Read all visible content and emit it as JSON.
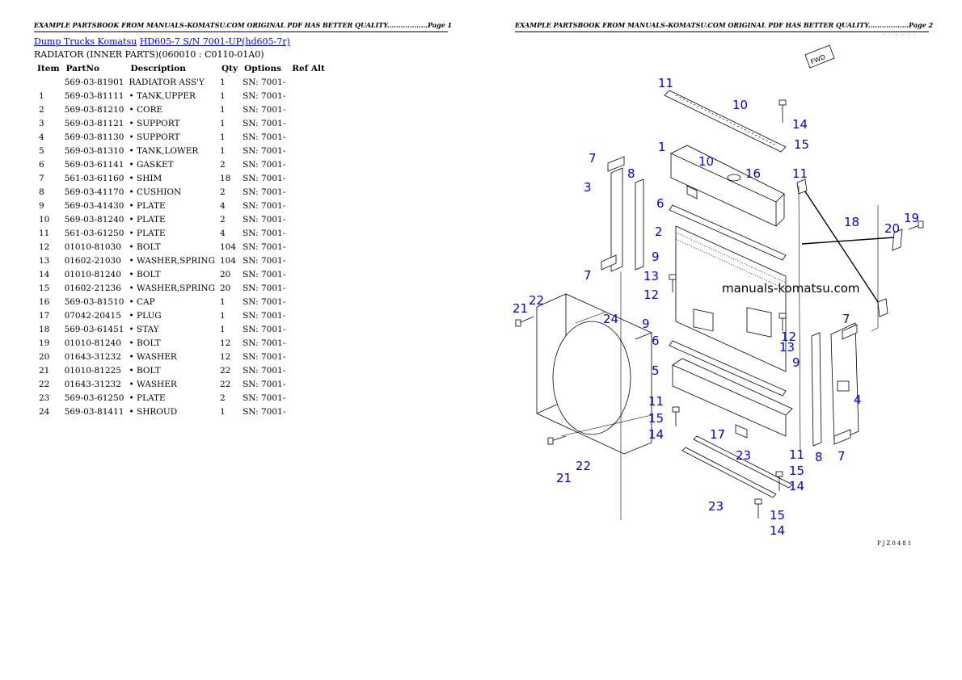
{
  "header": {
    "page1": "EXAMPLE PARTSBOOK FROM MANUALS-KOMATSU.COM ORIGINAL PDF HAS BETTER QUALITY..................Page 1",
    "page2": "EXAMPLE PARTSBOOK FROM MANUALS-KOMATSU.COM ORIGINAL PDF HAS BETTER QUALITY..................Page 2"
  },
  "breadcrumb": {
    "link1": "Dump Trucks Komatsu",
    "link2": "HD605-7 S/N 7001-UP(hd605-7r)"
  },
  "section_title": "RADIATOR (INNER PARTS)(060010 : C0110-01A0)",
  "table": {
    "headers": [
      "Item",
      "PartNo",
      "Description",
      "Qty",
      "Options",
      "Ref Alt"
    ],
    "rows": [
      {
        "item": "",
        "partno": "569-03-81901",
        "desc": "RADIATOR ASS'Y",
        "qty": "1",
        "options": "SN: 7001-",
        "refalt": ""
      },
      {
        "item": "1",
        "partno": "569-03-81111",
        "desc": "• TANK,UPPER",
        "qty": "1",
        "options": "SN: 7001-",
        "refalt": ""
      },
      {
        "item": "2",
        "partno": "569-03-81210",
        "desc": "• CORE",
        "qty": "1",
        "options": "SN: 7001-",
        "refalt": ""
      },
      {
        "item": "3",
        "partno": "569-03-81121",
        "desc": "• SUPPORT",
        "qty": "1",
        "options": "SN: 7001-",
        "refalt": ""
      },
      {
        "item": "4",
        "partno": "569-03-81130",
        "desc": "• SUPPORT",
        "qty": "1",
        "options": "SN: 7001-",
        "refalt": ""
      },
      {
        "item": "5",
        "partno": "569-03-81310",
        "desc": "• TANK,LOWER",
        "qty": "1",
        "options": "SN: 7001-",
        "refalt": ""
      },
      {
        "item": "6",
        "partno": "569-03-61141",
        "desc": "• GASKET",
        "qty": "2",
        "options": "SN: 7001-",
        "refalt": ""
      },
      {
        "item": "7",
        "partno": "561-03-61160",
        "desc": "• SHIM",
        "qty": "18",
        "options": "SN: 7001-",
        "refalt": ""
      },
      {
        "item": "8",
        "partno": "569-03-41170",
        "desc": "• CUSHION",
        "qty": "2",
        "options": "SN: 7001-",
        "refalt": ""
      },
      {
        "item": "9",
        "partno": "569-03-41430",
        "desc": "• PLATE",
        "qty": "4",
        "options": "SN: 7001-",
        "refalt": ""
      },
      {
        "item": "10",
        "partno": "569-03-81240",
        "desc": "• PLATE",
        "qty": "2",
        "options": "SN: 7001-",
        "refalt": ""
      },
      {
        "item": "11",
        "partno": "561-03-61250",
        "desc": "• PLATE",
        "qty": "4",
        "options": "SN: 7001-",
        "refalt": ""
      },
      {
        "item": "12",
        "partno": "01010-81030",
        "desc": "• BOLT",
        "qty": "104",
        "options": "SN: 7001-",
        "refalt": ""
      },
      {
        "item": "13",
        "partno": "01602-21030",
        "desc": "• WASHER,SPRING",
        "qty": "104",
        "options": "SN: 7001-",
        "refalt": ""
      },
      {
        "item": "14",
        "partno": "01010-81240",
        "desc": "• BOLT",
        "qty": "20",
        "options": "SN: 7001-",
        "refalt": ""
      },
      {
        "item": "15",
        "partno": "01602-21236",
        "desc": "• WASHER,SPRING",
        "qty": "20",
        "options": "SN: 7001-",
        "refalt": ""
      },
      {
        "item": "16",
        "partno": "569-03-81510",
        "desc": "• CAP",
        "qty": "1",
        "options": "SN: 7001-",
        "refalt": ""
      },
      {
        "item": "17",
        "partno": "07042-20415",
        "desc": "• PLUG",
        "qty": "1",
        "options": "SN: 7001-",
        "refalt": ""
      },
      {
        "item": "18",
        "partno": "569-03-61451",
        "desc": "• STAY",
        "qty": "1",
        "options": "SN: 7001-",
        "refalt": ""
      },
      {
        "item": "19",
        "partno": "01010-81240",
        "desc": "• BOLT",
        "qty": "12",
        "options": "SN: 7001-",
        "refalt": ""
      },
      {
        "item": "20",
        "partno": "01643-31232",
        "desc": "• WASHER",
        "qty": "12",
        "options": "SN: 7001-",
        "refalt": ""
      },
      {
        "item": "21",
        "partno": "01010-81225",
        "desc": "• BOLT",
        "qty": "22",
        "options": "SN: 7001-",
        "refalt": ""
      },
      {
        "item": "22",
        "partno": "01643-31232",
        "desc": "• WASHER",
        "qty": "22",
        "options": "SN: 7001-",
        "refalt": ""
      },
      {
        "item": "23",
        "partno": "569-03-61250",
        "desc": "• PLATE",
        "qty": "2",
        "options": "SN: 7001-",
        "refalt": ""
      },
      {
        "item": "24",
        "partno": "569-03-81411",
        "desc": "• SHROUD",
        "qty": "1",
        "options": "SN: 7001-",
        "refalt": ""
      }
    ]
  },
  "diagram": {
    "watermark": "manuals-komatsu.com",
    "fwd_label": "FWD",
    "drawing_code": "PJZ0481",
    "callout_color": "#0000ee",
    "callouts": [
      "11",
      "10",
      "14",
      "15",
      "1",
      "10",
      "16",
      "11",
      "7",
      "8",
      "3",
      "6",
      "2",
      "18",
      "19",
      "20",
      "9",
      "13",
      "12",
      "7",
      "21",
      "22",
      "24",
      "9",
      "12",
      "13",
      "9",
      "6",
      "7",
      "4",
      "5",
      "11",
      "15",
      "14",
      "17",
      "23",
      "11",
      "15",
      "14",
      "21",
      "22",
      "23",
      "15",
      "14",
      "8",
      "7"
    ]
  },
  "link_color": "#0000ee"
}
